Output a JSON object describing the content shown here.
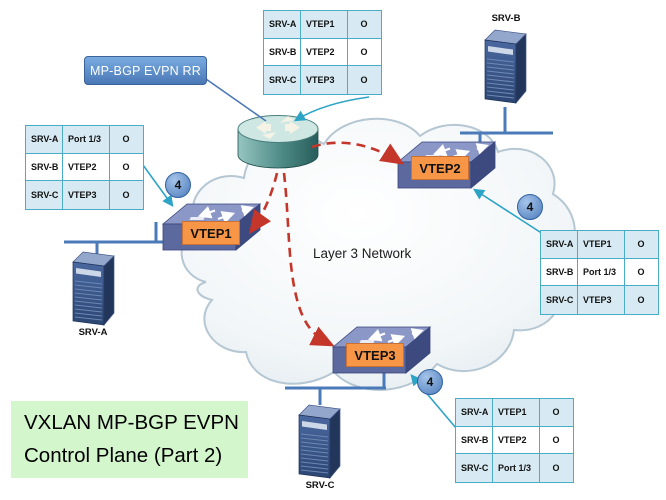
{
  "title": {
    "line1": "VXLAN MP-BGP EVPN",
    "line2": "Control Plane (Part 2)"
  },
  "rr_button": {
    "label": "MP-BGP EVPN RR"
  },
  "cloud": {
    "label": "Layer 3 Network"
  },
  "step_badges": {
    "near_vtep1": "4",
    "near_vtep2": "4",
    "near_vtep3": "4"
  },
  "devices": {
    "vtep1": {
      "label": "VTEP1"
    },
    "vtep2": {
      "label": "VTEP2"
    },
    "vtep3": {
      "label": "VTEP3"
    },
    "srv_a": {
      "label": "SRV-A"
    },
    "srv_b": {
      "label": "SRV-B"
    },
    "srv_c": {
      "label": "SRV-C"
    }
  },
  "tables": {
    "top": {
      "rows": [
        [
          "SRV-A",
          "VTEP1",
          "O"
        ],
        [
          "SRV-B",
          "VTEP2",
          "O"
        ],
        [
          "SRV-C",
          "VTEP3",
          "O"
        ]
      ]
    },
    "left": {
      "rows": [
        [
          "SRV-A",
          "Port 1/3",
          "O"
        ],
        [
          "SRV-B",
          "VTEP2",
          "O"
        ],
        [
          "SRV-C",
          "VTEP3",
          "O"
        ]
      ]
    },
    "right": {
      "rows": [
        [
          "SRV-A",
          "VTEP1",
          "O"
        ],
        [
          "SRV-B",
          "Port 1/3",
          "O"
        ],
        [
          "SRV-C",
          "VTEP3",
          "O"
        ]
      ]
    },
    "bottom_right": {
      "rows": [
        [
          "SRV-A",
          "VTEP1",
          "O"
        ],
        [
          "SRV-B",
          "VTEP2",
          "O"
        ],
        [
          "SRV-C",
          "Port 1/3",
          "O"
        ]
      ]
    }
  },
  "colors": {
    "table_border": "#4bacc6",
    "table_band": "#d7eaf3",
    "callout": "#2da4c6",
    "connector_blue": "#4b7ab8",
    "red_route": "#c5362a",
    "orange_label": "#f79646",
    "title_bg": "#d4f6cc",
    "rr_blue": "#4a78b6"
  }
}
